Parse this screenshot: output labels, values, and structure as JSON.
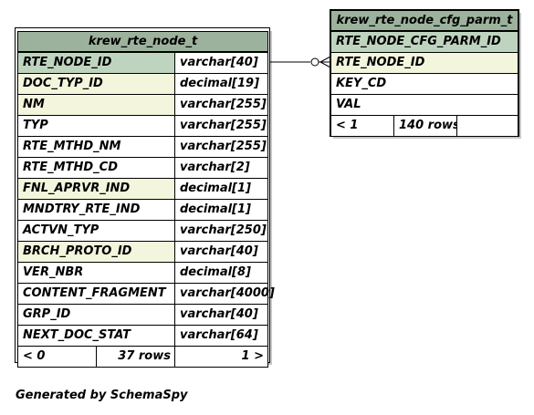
{
  "tables": [
    {
      "id": "krew_rte_node_t",
      "title": "krew_rte_node_t",
      "columns": [
        {
          "name": "RTE_NODE_ID",
          "type": "varchar[40]",
          "kind": "pk"
        },
        {
          "name": "DOC_TYP_ID",
          "type": "decimal[19]",
          "kind": "idx"
        },
        {
          "name": "NM",
          "type": "varchar[255]",
          "kind": "idx"
        },
        {
          "name": "TYP",
          "type": "varchar[255]",
          "kind": "plain"
        },
        {
          "name": "RTE_MTHD_NM",
          "type": "varchar[255]",
          "kind": "plain"
        },
        {
          "name": "RTE_MTHD_CD",
          "type": "varchar[2]",
          "kind": "plain"
        },
        {
          "name": "FNL_APRVR_IND",
          "type": "decimal[1]",
          "kind": "idx"
        },
        {
          "name": "MNDTRY_RTE_IND",
          "type": "decimal[1]",
          "kind": "plain"
        },
        {
          "name": "ACTVN_TYP",
          "type": "varchar[250]",
          "kind": "plain"
        },
        {
          "name": "BRCH_PROTO_ID",
          "type": "varchar[40]",
          "kind": "idx"
        },
        {
          "name": "VER_NBR",
          "type": "decimal[8]",
          "kind": "plain"
        },
        {
          "name": "CONTENT_FRAGMENT",
          "type": "varchar[4000]",
          "kind": "plain"
        },
        {
          "name": "GRP_ID",
          "type": "varchar[40]",
          "kind": "plain"
        },
        {
          "name": "NEXT_DOC_STAT",
          "type": "varchar[64]",
          "kind": "plain"
        }
      ],
      "footer": {
        "parents": "< 0",
        "rows": "37 rows",
        "children": "1 >"
      }
    },
    {
      "id": "krew_rte_node_cfg_parm_t",
      "title": "krew_rte_node_cfg_parm_t",
      "columns": [
        {
          "name": "RTE_NODE_CFG_PARM_ID",
          "kind": "pk"
        },
        {
          "name": "RTE_NODE_ID",
          "kind": "idx"
        },
        {
          "name": "KEY_CD",
          "kind": "plain"
        },
        {
          "name": "VAL",
          "kind": "plain"
        }
      ],
      "footer": {
        "parents": "< 1",
        "rows": "140 rows"
      }
    }
  ],
  "relationship": {
    "from": "krew_rte_node_t.RTE_NODE_ID",
    "to": "krew_rte_node_cfg_parm_t.RTE_NODE_ID"
  },
  "colors": {
    "header": "#9cb29c",
    "primary_key": "#bfd4bf",
    "indexed": "#f3f6dd",
    "shadow": "#c7c7c7"
  },
  "generated_by": "Generated by SchemaSpy"
}
